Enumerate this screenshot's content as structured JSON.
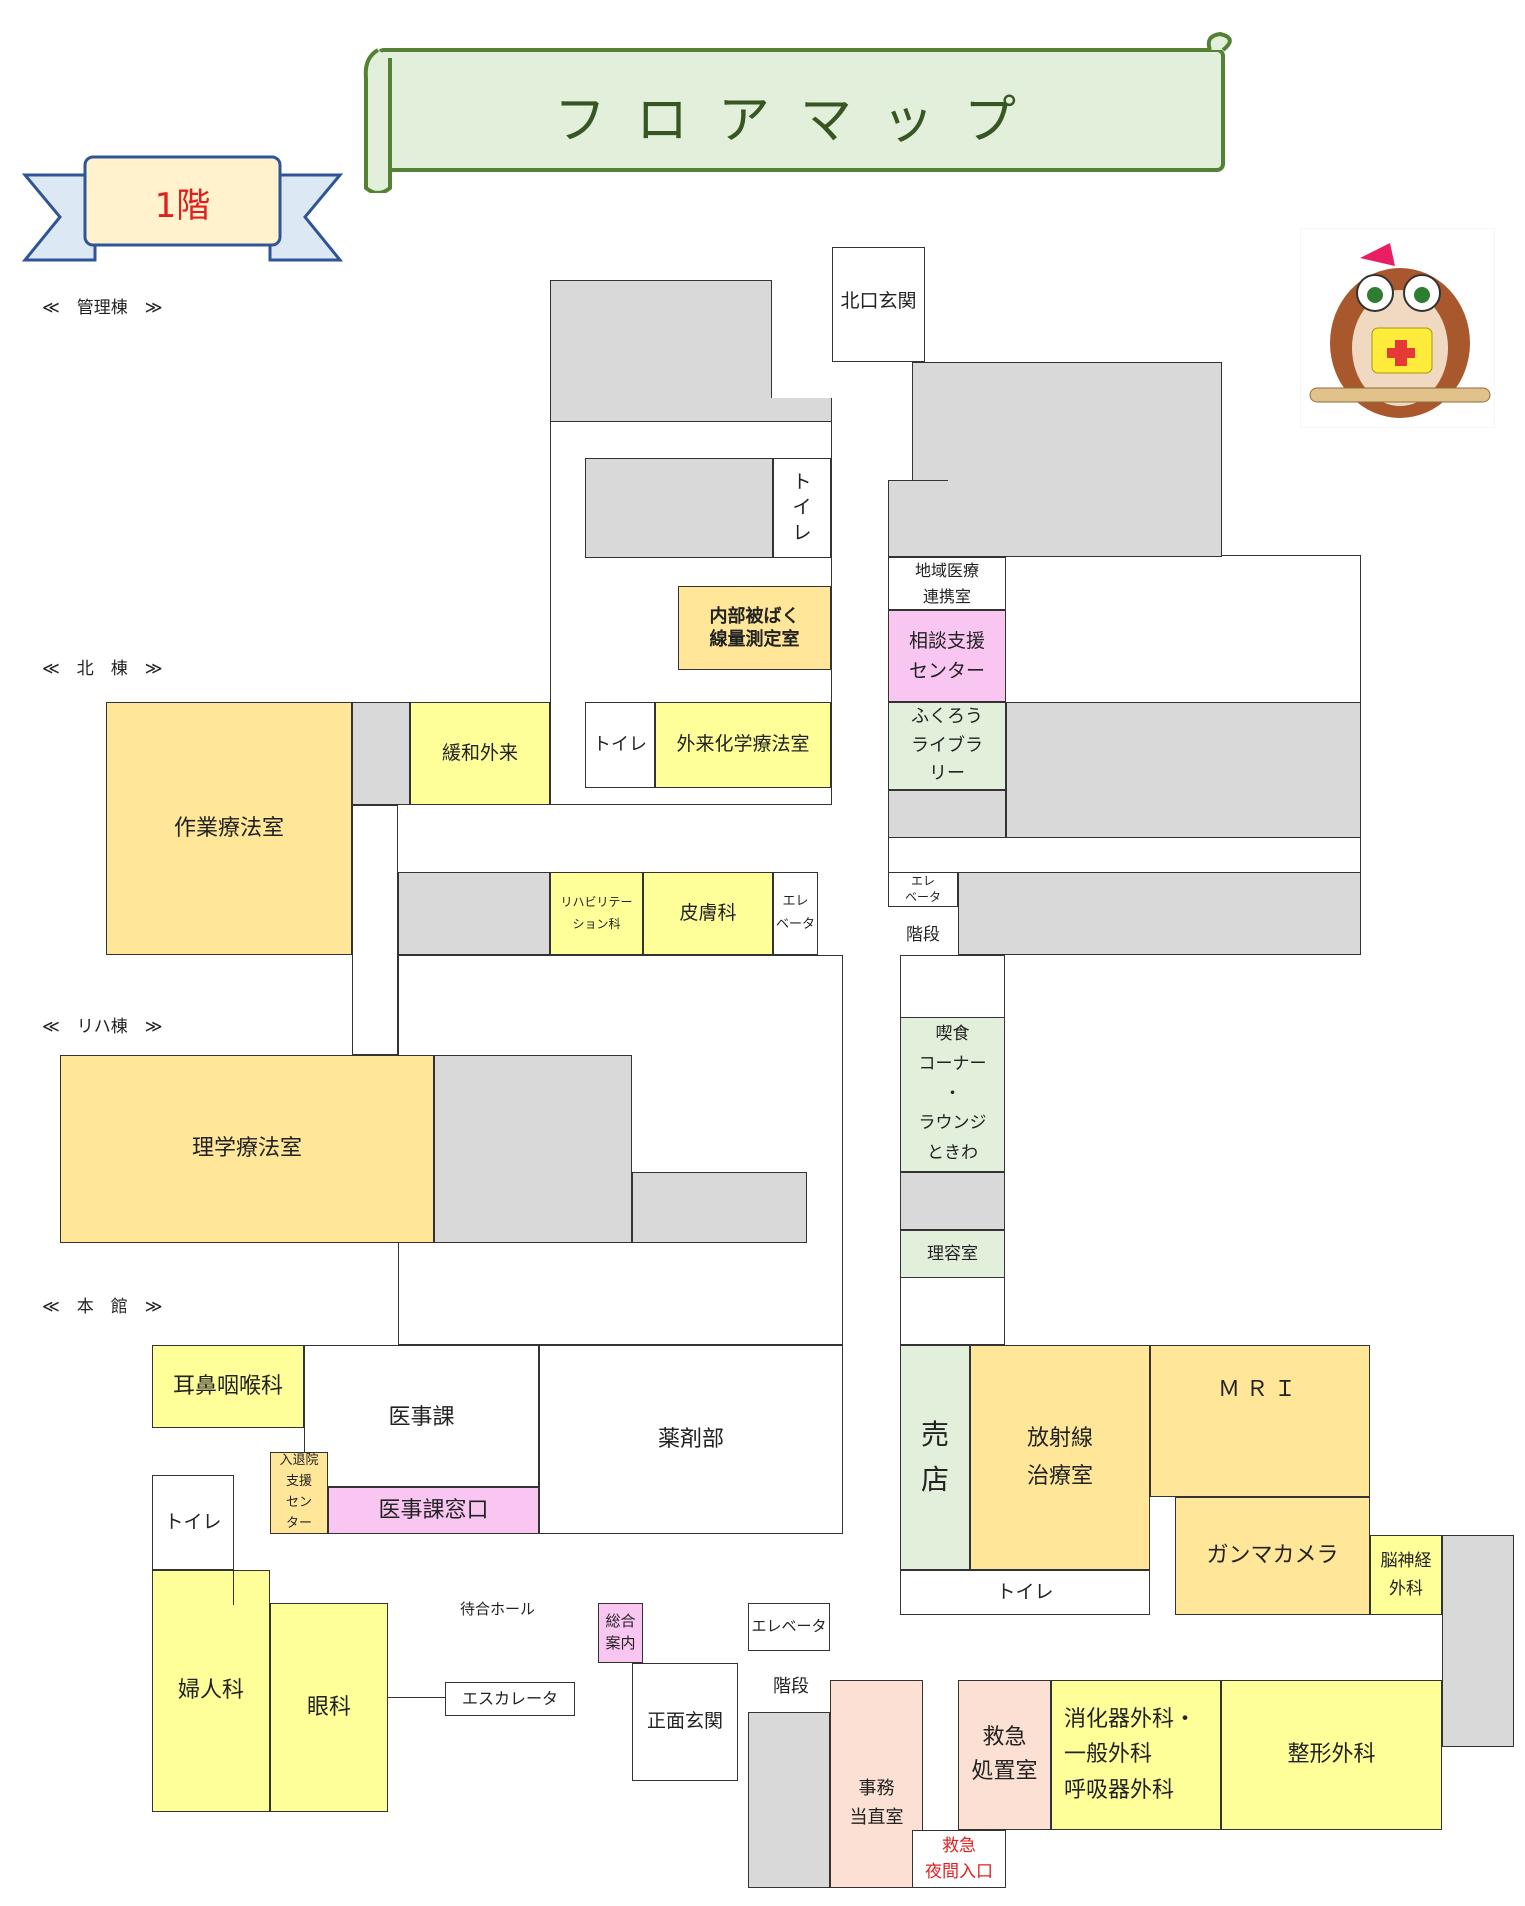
{
  "title": "フロアマップ",
  "floor": "1階",
  "sections": {
    "kanri": "≪　管理棟　≫",
    "kita": "≪　北　棟　≫",
    "riha": "≪　リハ棟　≫",
    "honkan": "≪　本　館　≫"
  },
  "rooms": {
    "north_entrance": "北口玄関",
    "toilet_v": "ト\nイ\nレ",
    "internal_exposure": "内部被ばく\n線量測定室",
    "chiiki": "地域医療\n連携室",
    "soudan": "相談支援\nセンター",
    "fukurou": "ふくろう\nライブラ\nリー",
    "sagyo": "作業療法室",
    "kanwa": "緩和外来",
    "toilet_north": "トイレ",
    "chemo": "外来化学療法室",
    "reha_dept": "リハビリテー\nション科",
    "derma": "皮膚科",
    "elevator_small": "エレ\nベータ",
    "elevator_right": "エレ\nベータ",
    "stairs_right": "階段",
    "cafe": "喫食\nコーナー\n・\nラウンジ\nときわ",
    "barber": "理容室",
    "rigaku": "理学療法室",
    "ent": "耳鼻咽喉科",
    "iji": "医事課",
    "nyutai": "入退院\n支援\nセン\nター",
    "iji_window": "医事課窓口",
    "pharmacy": "薬剤部",
    "toilet_main": "トイレ",
    "gyne": "婦人科",
    "ophth": "眼科",
    "waiting": "待合ホール",
    "escalator": "エスカレータ",
    "info": "総合\n案内",
    "elevator_main": "エレベータ",
    "stairs_main": "階段",
    "front_entrance": "正面玄関",
    "shop": "売\n店",
    "radiation": "放射線\n治療室",
    "mri": "ＭＲＩ",
    "gamma": "ガンマカメラ",
    "neuro": "脳神経\n外科",
    "toilet_rad": "トイレ",
    "office_night": "事務\n当直室",
    "er_treat": "救急\n処置室",
    "er_night": "救急\n夜間入口",
    "gi_surg": "消化器外科・\n一般外科\n呼吸器外科",
    "ortho": "整形外科"
  },
  "colors": {
    "banner_fill": "#e2efda",
    "banner_border": "#548235",
    "title_text": "#375623",
    "ribbon_fill": "#dde8f5",
    "ribbon_border": "#2f5597",
    "floor_text": "#e02020",
    "gray_room": "#d9d9d9",
    "yellow_room": "#ffff99",
    "orange_room": "#ffe699",
    "pink_room": "#f9c6f2",
    "salmon_room": "#fbe0d3",
    "mint_room": "#e2efda"
  },
  "mascot": "owl-nurse-icon"
}
